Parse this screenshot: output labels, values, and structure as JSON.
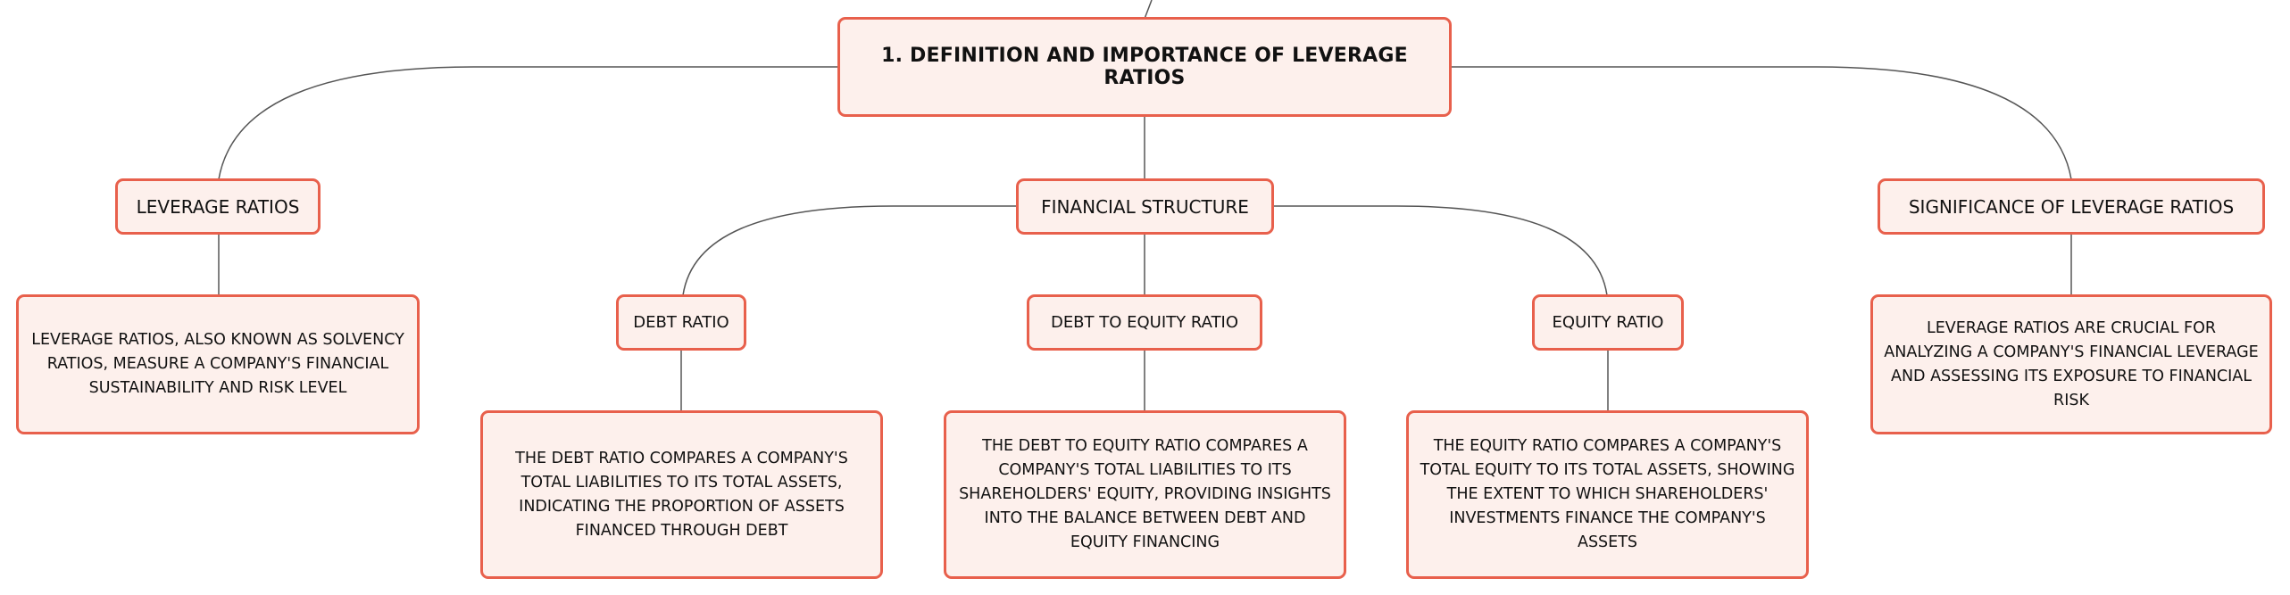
{
  "diagram": {
    "root": {
      "label": "1. DEFINITION AND IMPORTANCE OF LEVERAGE RATIOS"
    },
    "leverage_ratios": {
      "label": "LEVERAGE RATIOS",
      "description": "LEVERAGE RATIOS, ALSO KNOWN AS SOLVENCY RATIOS, MEASURE A COMPANY'S FINANCIAL SUSTAINABILITY AND RISK LEVEL"
    },
    "financial_structure": {
      "label": "FINANCIAL STRUCTURE",
      "children": {
        "debt_ratio": {
          "label": "DEBT RATIO",
          "description": "THE DEBT RATIO COMPARES A COMPANY'S TOTAL LIABILITIES TO ITS TOTAL ASSETS, INDICATING THE PROPORTION OF ASSETS FINANCED THROUGH DEBT"
        },
        "debt_to_equity_ratio": {
          "label": "DEBT TO EQUITY RATIO",
          "description": "THE DEBT TO EQUITY RATIO COMPARES A COMPANY'S TOTAL LIABILITIES TO ITS SHAREHOLDERS' EQUITY, PROVIDING INSIGHTS INTO THE BALANCE BETWEEN DEBT AND EQUITY FINANCING"
        },
        "equity_ratio": {
          "label": "EQUITY RATIO",
          "description": "THE EQUITY RATIO COMPARES A COMPANY'S TOTAL EQUITY TO ITS TOTAL ASSETS, SHOWING THE EXTENT TO WHICH SHAREHOLDERS' INVESTMENTS FINANCE THE COMPANY'S ASSETS"
        }
      }
    },
    "significance": {
      "label": "SIGNIFICANCE OF LEVERAGE RATIOS",
      "description": "LEVERAGE RATIOS ARE CRUCIAL FOR ANALYZING A COMPANY'S FINANCIAL LEVERAGE AND ASSESSING ITS EXPOSURE TO FINANCIAL RISK"
    }
  },
  "colors": {
    "node_border": "#e8604c",
    "node_fill": "#fdf0ec",
    "connector": "#555555",
    "text": "#111111"
  }
}
